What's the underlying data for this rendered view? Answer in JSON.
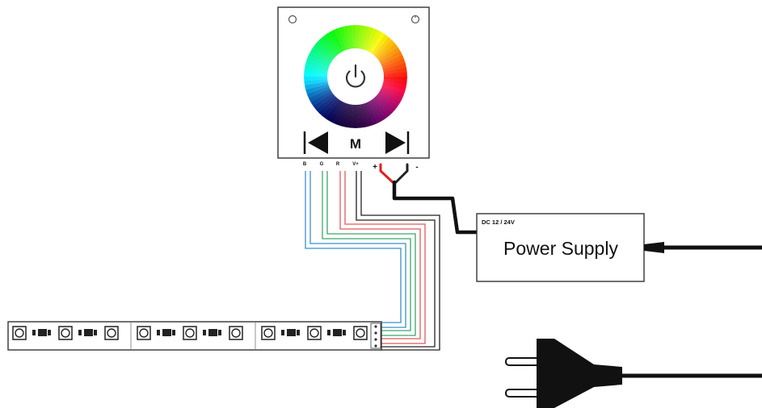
{
  "controller": {
    "mode_label": "M",
    "terminals": [
      "B",
      "G",
      "R",
      "V+"
    ],
    "polarity_plus": "+",
    "polarity_minus": "-"
  },
  "power_supply": {
    "rating": "DC 12 / 24V",
    "label": "Power Supply"
  },
  "colors": {
    "wire_blue": "#3a8fd0",
    "wire_green": "#3aa86b",
    "wire_red": "#e05a5a",
    "wire_black": "#222222",
    "wire_dc_red": "#e0201c"
  },
  "icons": [
    "power-icon",
    "screw-icon",
    "prev-arrow-icon",
    "next-arrow-icon",
    "plug-icon",
    "led-chip-icon"
  ]
}
